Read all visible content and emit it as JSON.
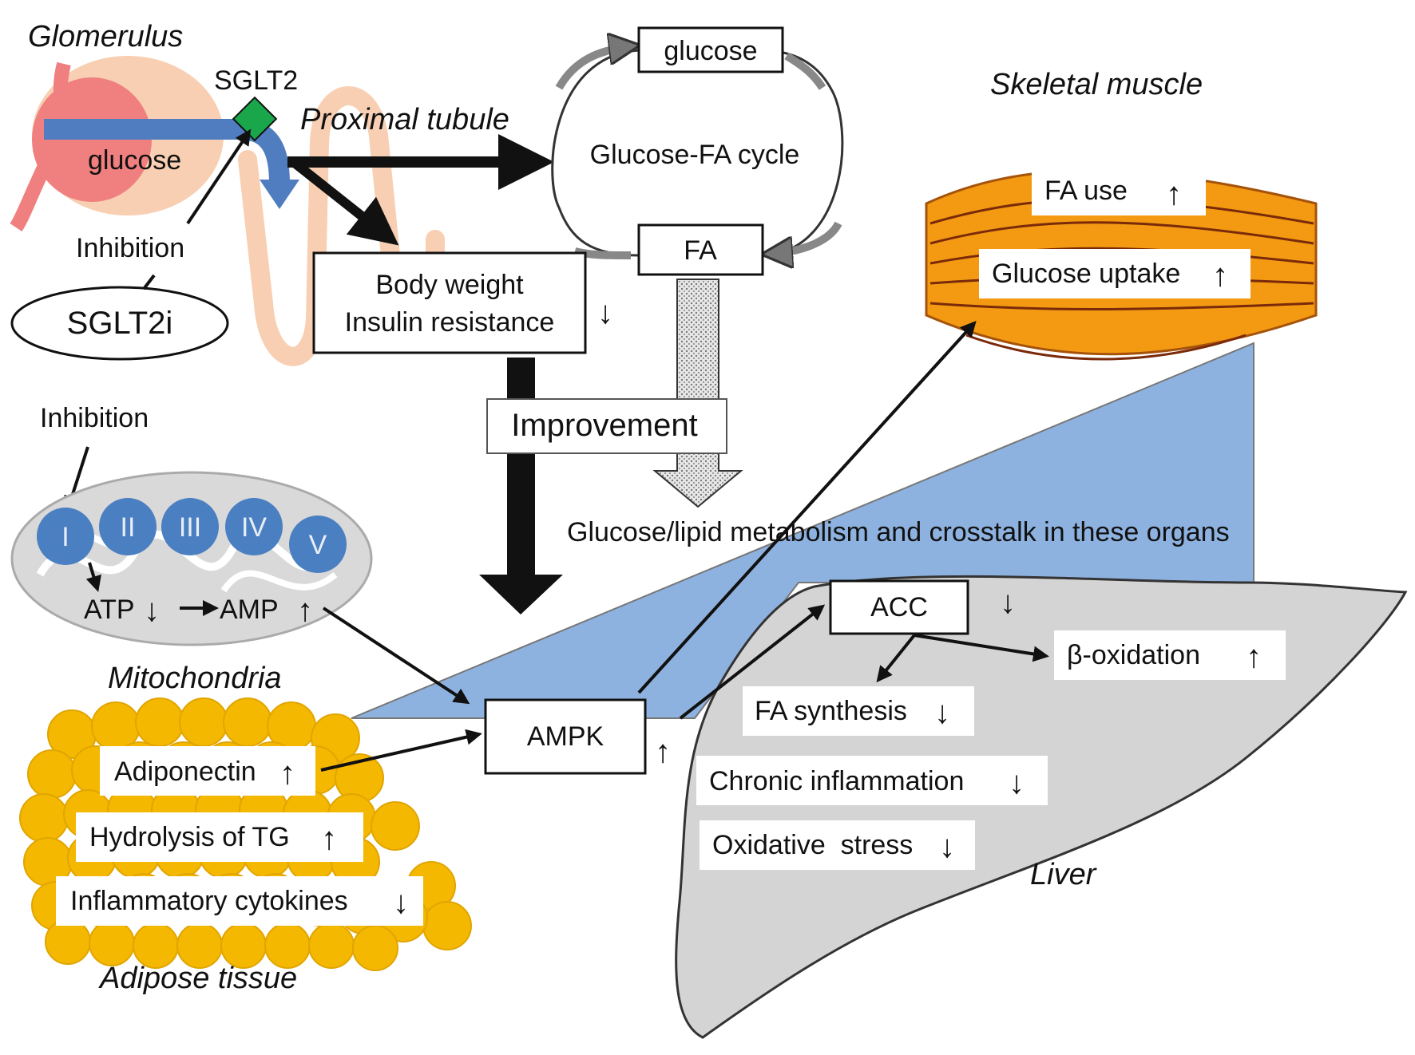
{
  "kidney": {
    "glomerulus": "Glomerulus",
    "sglt2": "SGLT2",
    "proximal_tubule": "Proximal tubule",
    "glucose": "glucose",
    "inhibition_top": "Inhibition",
    "sglt2i": "SGLT2i",
    "inhibition_bottom": "Inhibition"
  },
  "cycle": {
    "glucose": "glucose",
    "title": "Glucose-FA cycle",
    "fa": "FA"
  },
  "body_weight": {
    "line1": "Body weight",
    "line2": "Insulin resistance",
    "arrow": "↓"
  },
  "improvement": "Improvement",
  "crosstalk": "Glucose/lipid metabolism and crosstalk in these organs",
  "mitochondria": {
    "label": "Mitochondria",
    "complexes": [
      "I",
      "II",
      "III",
      "IV",
      "V"
    ],
    "atp": "ATP",
    "atp_arrow": "↓",
    "amp": "AMP",
    "amp_arrow": "↑"
  },
  "muscle": {
    "label": "Skeletal muscle",
    "fa_use": "FA use",
    "fa_use_arrow": "↑",
    "glucose_uptake": "Glucose uptake",
    "glucose_uptake_arrow": "↑"
  },
  "ampk": {
    "label": "AMPK",
    "arrow": "↑"
  },
  "adipose": {
    "label": "Adipose tissue",
    "adiponectin": "Adiponectin",
    "adiponectin_arrow": "↑",
    "hydrolysis": "Hydrolysis of TG",
    "hydrolysis_arrow": "↑",
    "cytokines": "Inflammatory cytokines",
    "cytokines_arrow": "↓"
  },
  "liver": {
    "label": "Liver",
    "acc": "ACC",
    "acc_arrow": "↓",
    "beta_ox": "β-oxidation",
    "beta_ox_arrow": "↑",
    "fa_synthesis": "FA synthesis",
    "fa_synthesis_arrow": "↓",
    "inflammation": "Chronic inflammation",
    "inflammation_arrow": "↓",
    "oxidative": "Oxidative  stress",
    "oxidative_arrow": "↓"
  },
  "colors": {
    "blue_region": "#8eb2e0",
    "mito_complex": "#4a7fc1",
    "mito_body": "#d9d9d9",
    "adipose": "#f5b800",
    "muscle": "#f39a12",
    "liver": "#d4d4d4",
    "sglt2": "#1aa64a",
    "kidney_blue": "#4f7dc0",
    "glomerulus": "#f07f7f",
    "tubule": "#f8cfb2"
  }
}
